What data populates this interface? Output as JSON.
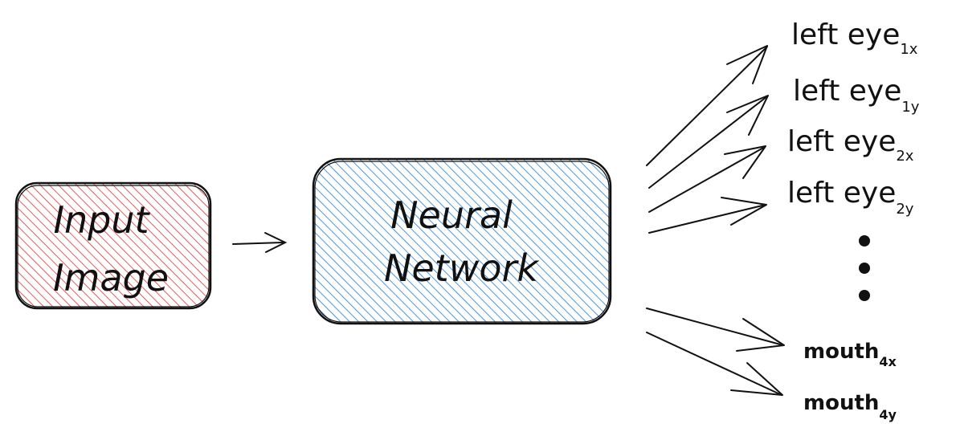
{
  "input_box": {
    "line1": "Input",
    "line2": "Image",
    "fill_color": "#e03131"
  },
  "network_box": {
    "line1": "Neural",
    "line2": "Network",
    "fill_color": "#1c7ed6"
  },
  "outputs": [
    {
      "name": "left eye",
      "sub": "1x"
    },
    {
      "name": "left eye",
      "sub": "1y"
    },
    {
      "name": "left eye",
      "sub": "2x"
    },
    {
      "name": "left eye",
      "sub": "2y"
    }
  ],
  "mouth_outputs": [
    {
      "name": "mouth",
      "sub": "4x"
    },
    {
      "name": "mouth",
      "sub": "4y"
    }
  ],
  "ellipsis": "more-outputs-dots",
  "stroke_color": "#111111"
}
